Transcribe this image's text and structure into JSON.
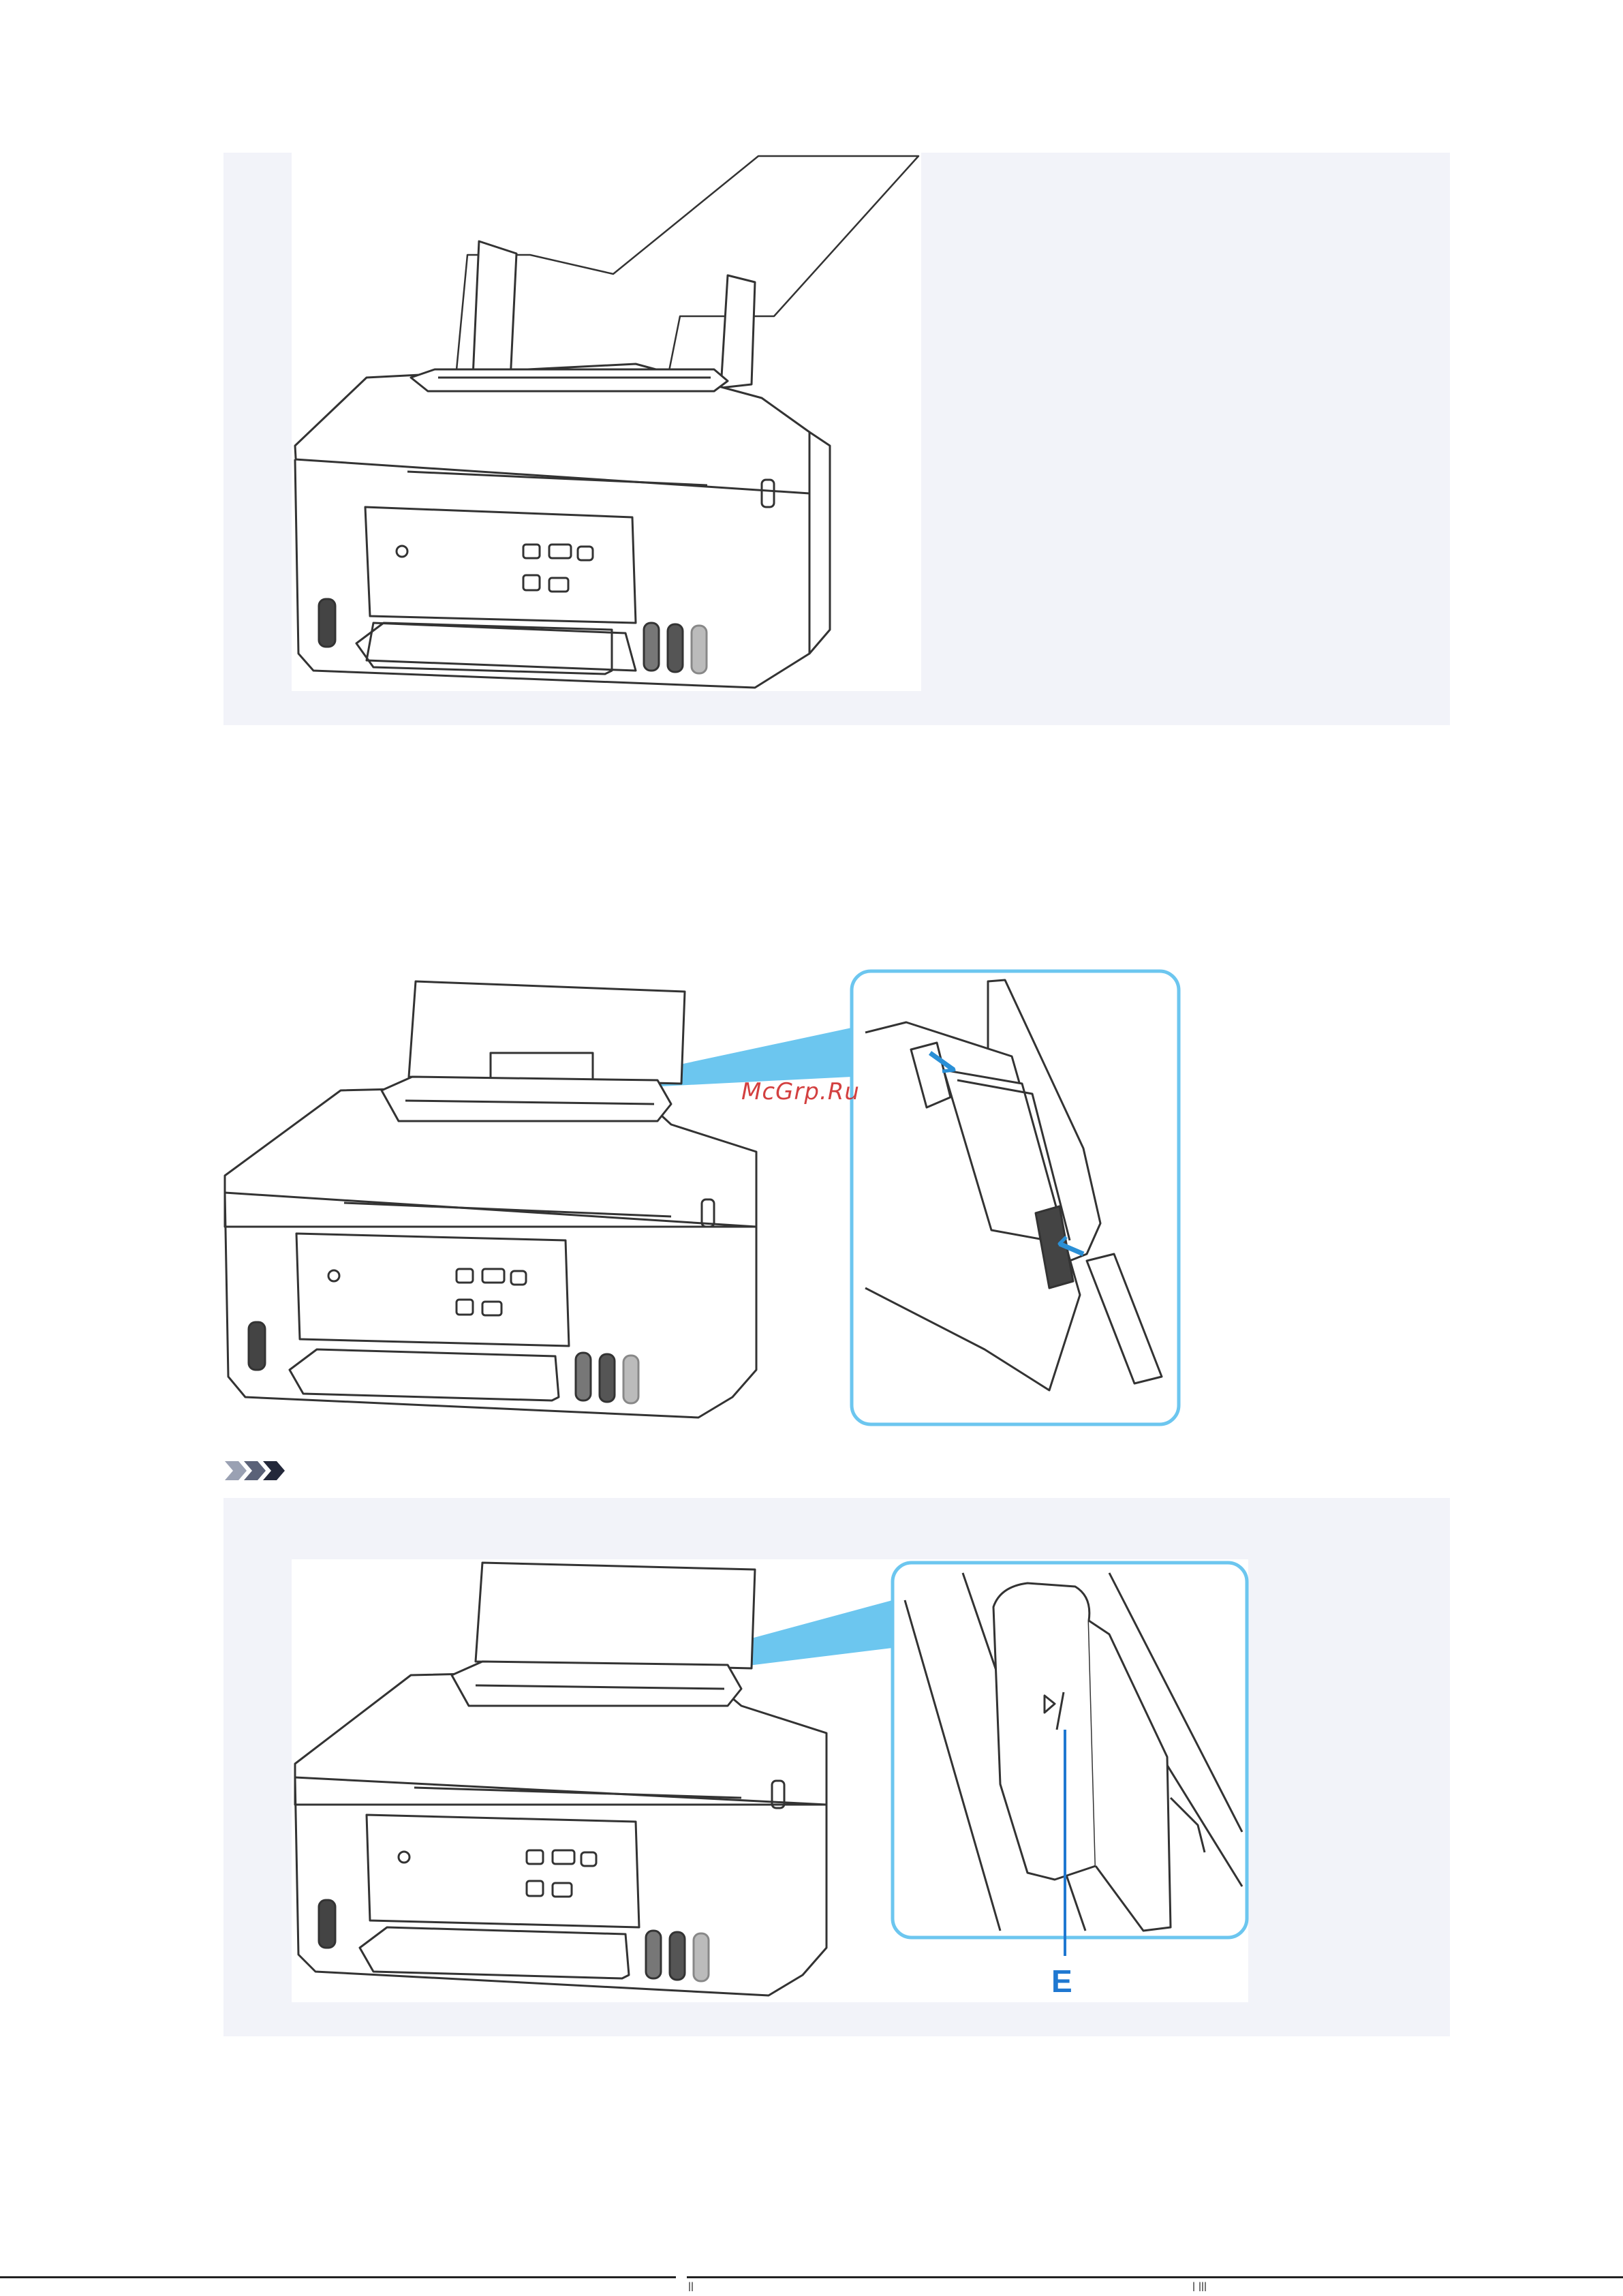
{
  "watermark": {
    "text": "McGrp.Ru"
  },
  "callout": {
    "label": "E"
  },
  "footer": {
    "left_mark": "ll",
    "right_mark": "l lll"
  },
  "colors": {
    "panel_bg": "#f2f3f9",
    "callout_blue": "#6cc6ef",
    "label_blue": "#1f78d1",
    "watermark_red": "#cc1f1f"
  },
  "icons": {
    "note": "note-chevrons-icon"
  }
}
